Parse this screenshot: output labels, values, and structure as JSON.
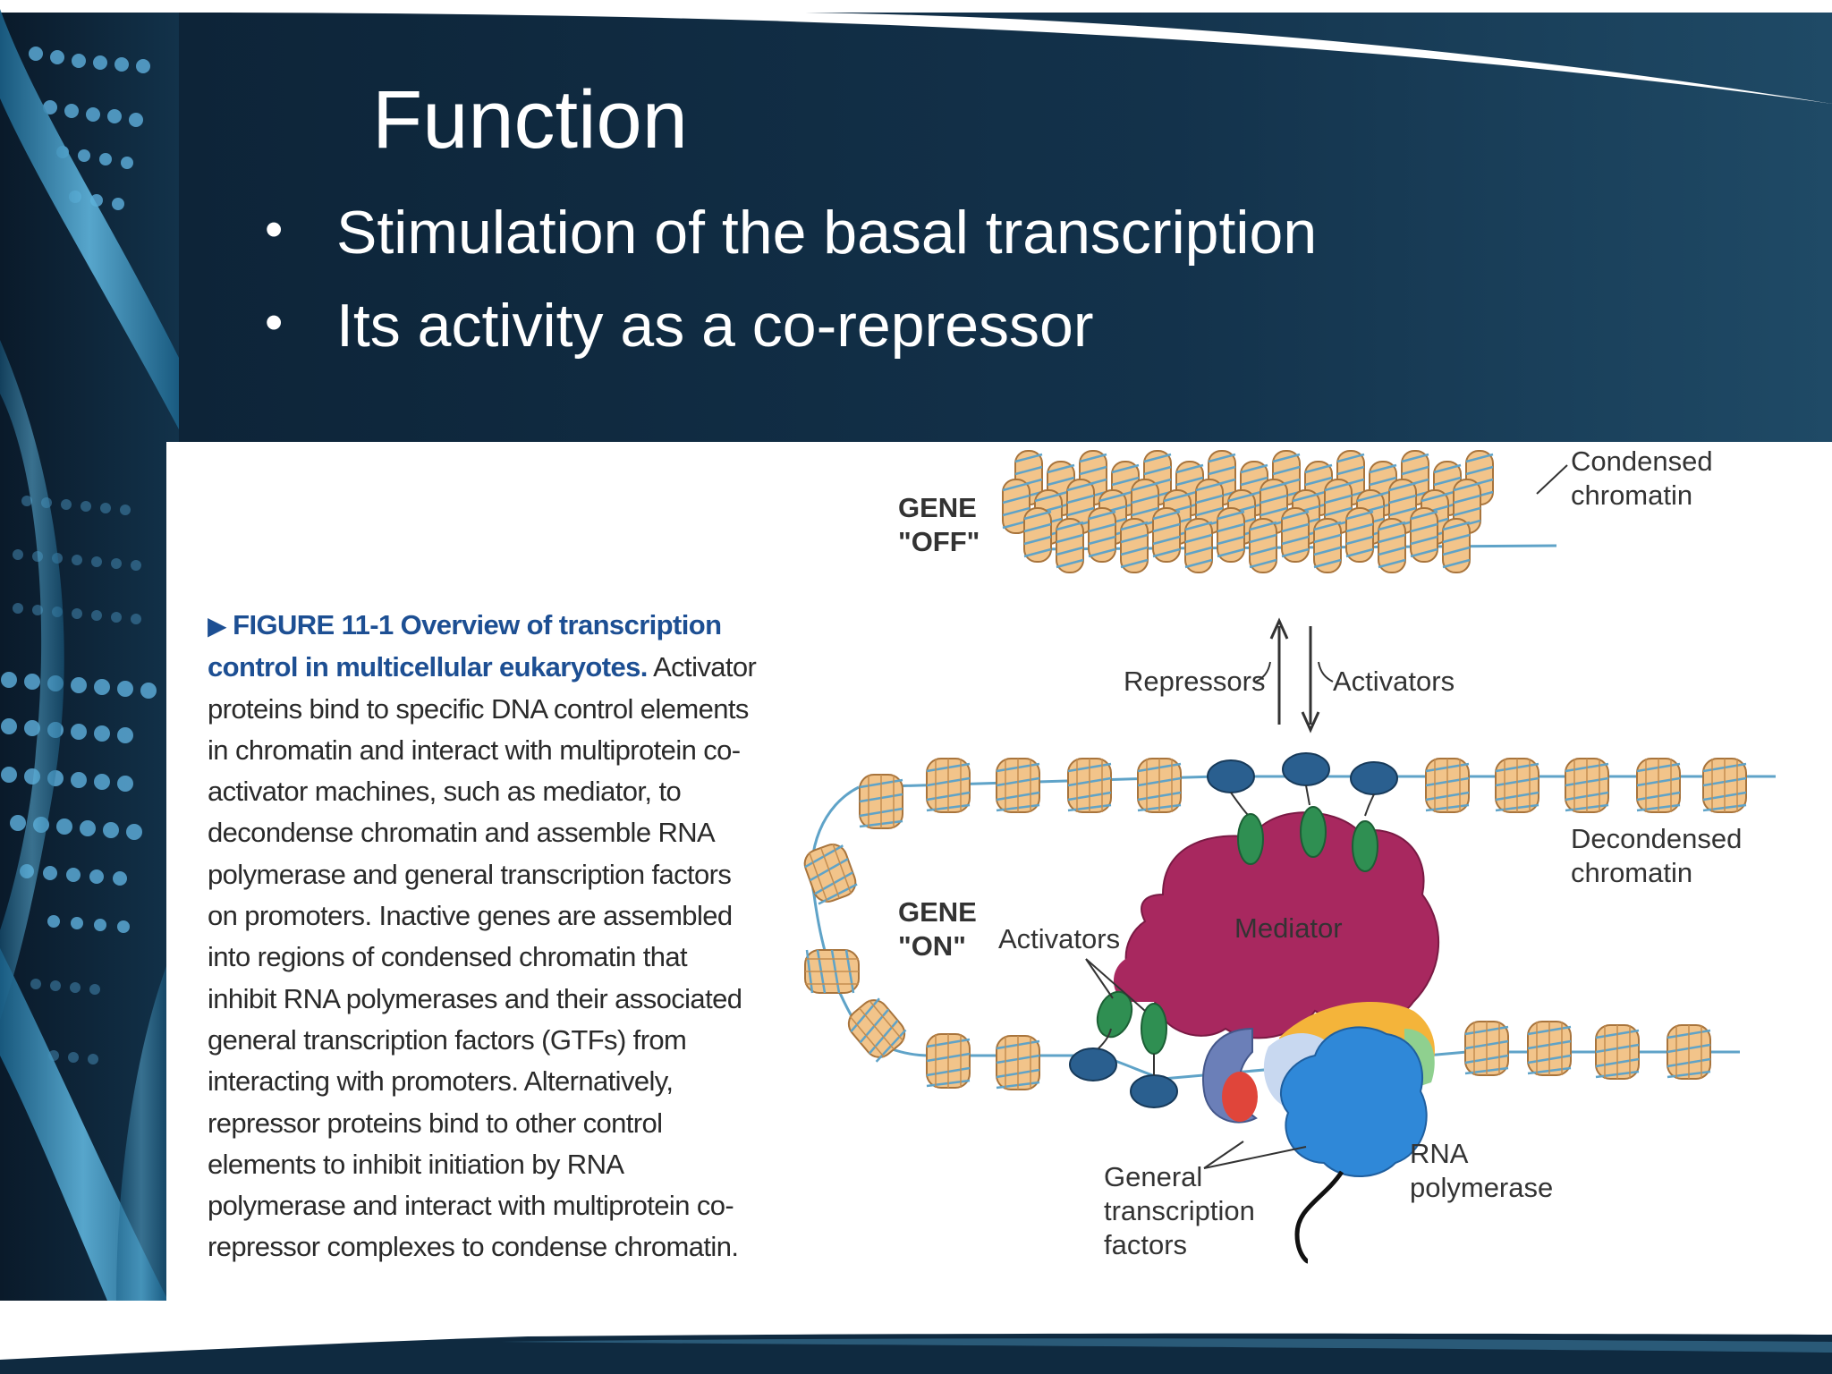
{
  "slide": {
    "title": "Function",
    "bullets": [
      "Stimulation of the basal transcription",
      "Its activity as a co-repressor"
    ]
  },
  "figure": {
    "caption": {
      "figure_number": "FIGURE 11-1",
      "heading": "Overview of transcription control in multicellular eukaryotes.",
      "body": "Activator proteins bind to specific DNA control elements in chromatin and interact with multiprotein co-activator machines, such as mediator, to decondense chromatin and assemble RNA polymerase and general transcription factors on promoters. Inactive genes are assembled into regions of condensed chromatin that inhibit RNA polymerases and their associated general transcription factors (GTFs) from interacting with promoters. Alternatively, repressor proteins bind to other control elements to inhibit initiation by RNA polymerase and interact with multiprotein co-repressor complexes to condense chromatin."
    },
    "labels": {
      "gene_off_1": "GENE",
      "gene_off_2": "\"OFF\"",
      "gene_on_1": "GENE",
      "gene_on_2": "\"ON\"",
      "condensed_1": "Condensed",
      "condensed_2": "chromatin",
      "decondensed_1": "Decondensed",
      "decondensed_2": "chromatin",
      "repressors": "Repressors",
      "activators_top": "Activators",
      "activators_left": "Activators",
      "mediator": "Mediator",
      "gtf_1": "General",
      "gtf_2": "transcription",
      "gtf_3": "factors",
      "rnap_1": "RNA",
      "rnap_2": "polymerase"
    },
    "colors": {
      "nucleosome": "#f2c48a",
      "nucleosome_stroke": "#a8743c",
      "dna": "#5fa3c8",
      "activator": "#2a5f8f",
      "activator_domain": "#2f8f52",
      "mediator": "#a8285f",
      "polymerase": "#2f88d8"
    }
  }
}
